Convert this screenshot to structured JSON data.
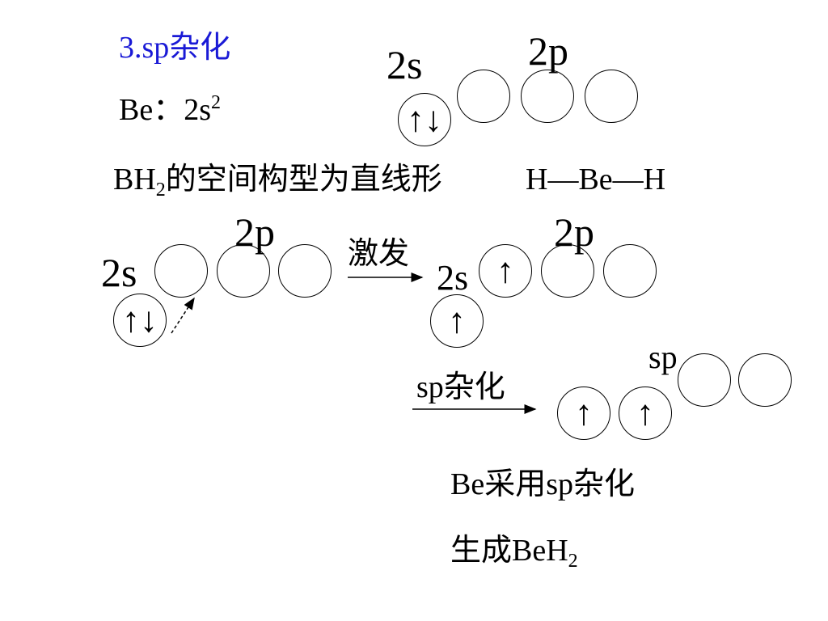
{
  "title": "3.sp杂化",
  "config": {
    "label": "Be：2s",
    "sup": "2"
  },
  "ground": {
    "s_label": "2s",
    "p_label": "2p",
    "s_spin": "↑↓"
  },
  "shape": {
    "pre": "BH",
    "sub": "2",
    "text": "的空间构型为直线形",
    "formula": "H—Be—H"
  },
  "excite": {
    "s_label": "2s",
    "p_label": "2p",
    "s_spin": "↑↓",
    "arrow_label": "激发",
    "ex_s_label": "2s",
    "ex_p_label": "2p",
    "ex_s_spin": "↑",
    "ex_p_spin": "↑"
  },
  "hybrid": {
    "arrow_label": "sp杂化",
    "sp_label": "sp",
    "spin1": "↑",
    "spin2": "↑"
  },
  "conclusion": {
    "line1": "Be采用sp杂化",
    "line2_pre": "生成BeH",
    "line2_sub": "2"
  },
  "colors": {
    "title": "#1a1ad6",
    "text": "#000000"
  }
}
